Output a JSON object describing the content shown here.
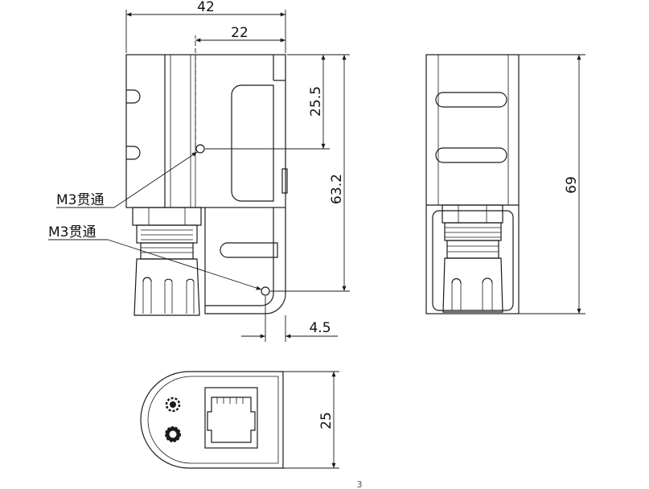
{
  "drawing": {
    "dimensions": {
      "width_total": "42",
      "width_partial": "22",
      "hole_height": "25.5",
      "height_side": "63.2",
      "height_front": "69",
      "offset_bottom": "4.5",
      "bottom_depth": "25"
    },
    "callouts": {
      "hole_top": "M3贯通",
      "hole_bottom": "M3贯通"
    },
    "page_number": "3"
  },
  "colors": {
    "line": "#1a1a1a",
    "background": "#ffffff"
  }
}
